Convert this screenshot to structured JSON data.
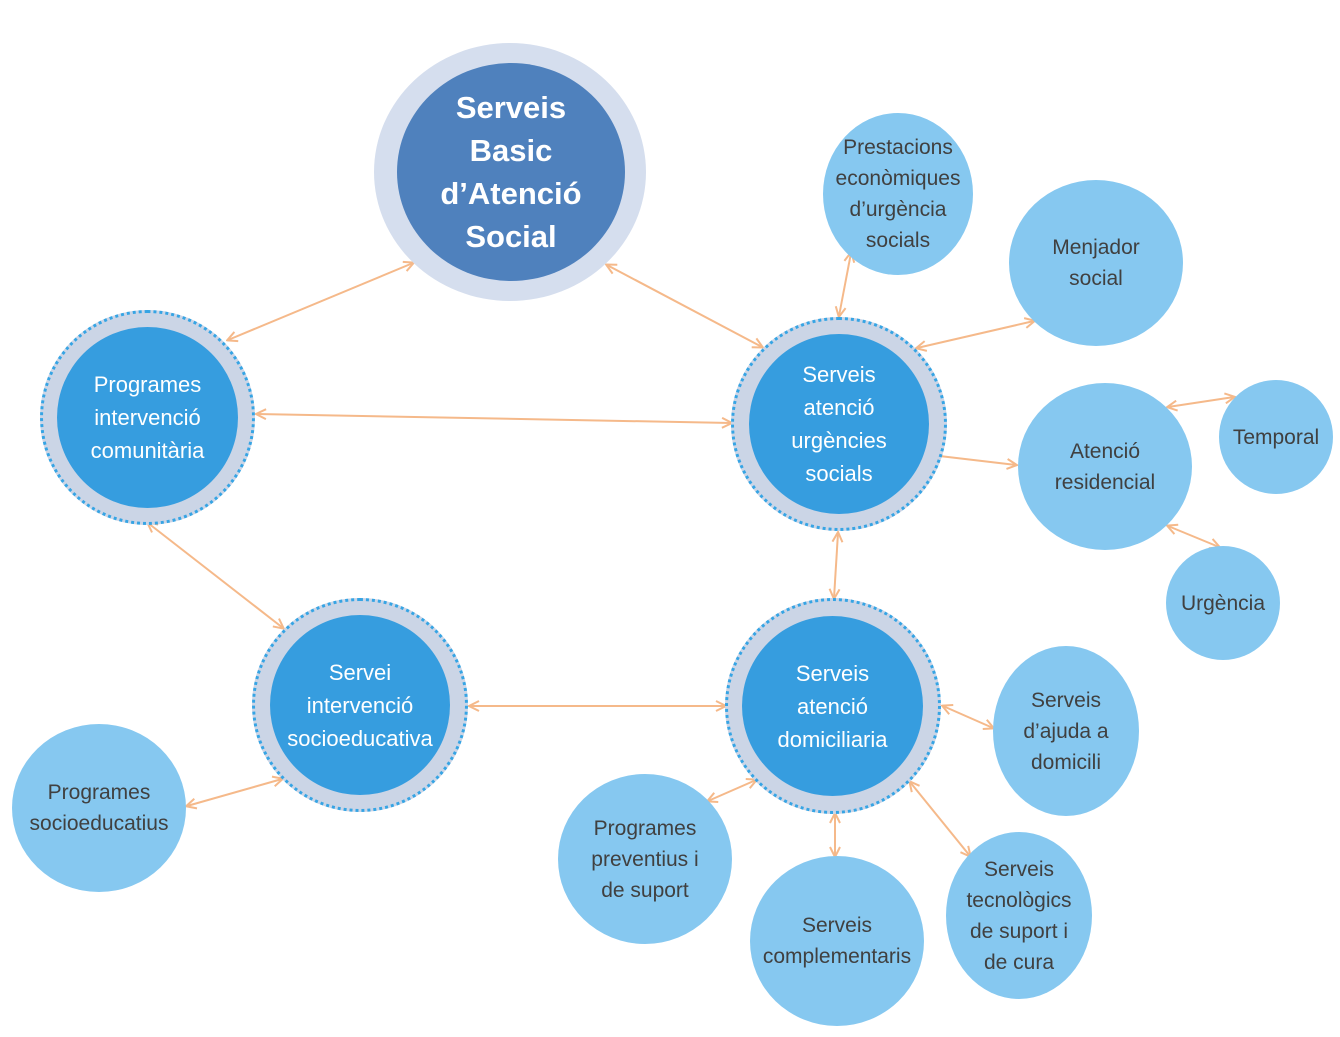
{
  "colors": {
    "arrow": "#f5b98a",
    "main_fill": "#4f81bd",
    "main_ring": "#d5deee",
    "mid_fill": "#369ddf",
    "mid_ring": "#cbd5e6",
    "mid_dotted_border": "#36a4e4",
    "leaf_fill": "#86c8f0",
    "leaf_text": "#404040",
    "mid_text": "#ffffff"
  },
  "nodes": {
    "serveis_basic": {
      "label": "Serveis\nBasic\nd’Atenció\nSocial"
    },
    "programes_intervencio": {
      "label": "Programes\nintervenció\ncomunitària"
    },
    "serveis_urgencies": {
      "label": "Serveis\natenció\nurgències\nsocials"
    },
    "servei_socioeducativa": {
      "label": "Servei\nintervenció\nsocioeducativa"
    },
    "serveis_domiciliaria": {
      "label": "Serveis\natenció\ndomiciliaria"
    },
    "prestacions": {
      "label": "Prestacions\neconòmiques\nd’urgència\nsocials"
    },
    "menjador": {
      "label": "Menjador\nsocial"
    },
    "atencio_residencial": {
      "label": "Atenció\nresidencial"
    },
    "temporal": {
      "label": "Temporal"
    },
    "urgencia": {
      "label": "Urgència"
    },
    "programes_socioeducatius": {
      "label": "Programes\nsocioeducatius"
    },
    "serveis_ajuda": {
      "label": "Serveis\nd’ajuda a\ndomicili"
    },
    "programes_preventius": {
      "label": "Programes\npreventius i\nde suport"
    },
    "serveis_complementaris": {
      "label": "Serveis\ncomplementaris"
    },
    "serveis_tecnologics": {
      "label": "Serveis\ntecnològics\nde suport i\nde cura"
    }
  }
}
